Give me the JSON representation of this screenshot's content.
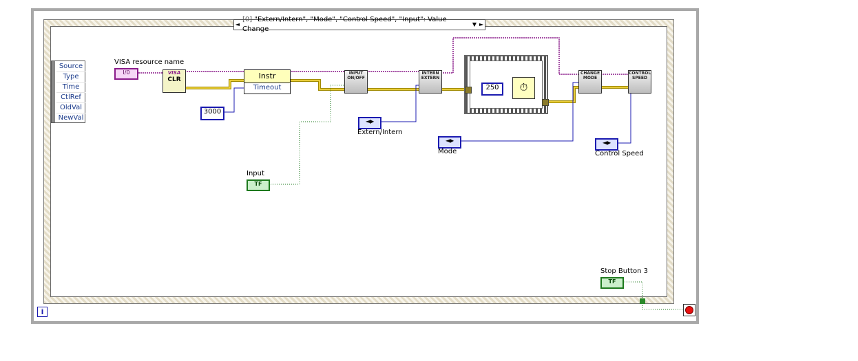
{
  "event_case": {
    "selector_label": "[0] \"Extern/Intern\", \"Mode\", \"Control Speed\", \"Input\": Value Change",
    "selector_index": "[0]",
    "selector_events": " \"Extern/Intern\", \"Mode\", \"Control Speed\", \"Input\": Value Change",
    "left_arrow": "◄",
    "right_arrow": "►",
    "dropdown_arrow": "▼",
    "event_data_node": [
      "Source",
      "Type",
      "Time",
      "CtlRef",
      "OldVal",
      "NewVal"
    ]
  },
  "labels": {
    "visa_resource": "VISA resource name",
    "input": "Input",
    "extern_intern": "Extern/Intern",
    "mode": "Mode",
    "control_speed": "Control Speed",
    "stop_button": "Stop Button 3"
  },
  "terminals": {
    "visa_io": "I/0",
    "bool_tf": "TF",
    "ring_arrows": "◄▶"
  },
  "constants": {
    "timeout": "3000",
    "wait_ms": "250"
  },
  "nodes": {
    "visa_clear_top": "VISA",
    "visa_clear_bottom": "CLR",
    "property_node_header": "Instr",
    "property_node_timeout": "Timeout",
    "input_onoff": "INPUT ON/OFF",
    "intern_extern": "INTERN EXTERN",
    "change_mode": "CHANGE MODE",
    "control_speed": "CONTROL SPEED",
    "wait_symbol": "⏱"
  },
  "icons": {
    "timeout_icon": "hourglass-icon",
    "iteration_icon": "info-icon",
    "stop_icon": "stop-icon"
  },
  "colors": {
    "visa_wire": "#8a1a8a",
    "error_wire": "#c8b400",
    "numeric_wire": "#1b1bb0",
    "boolean_wire": "#1e7a1e",
    "stop_red": "#e81010"
  }
}
